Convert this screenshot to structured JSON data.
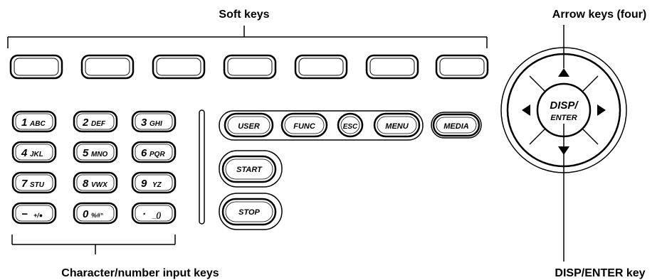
{
  "callouts": {
    "soft_keys": "Soft keys",
    "arrow_keys": "Arrow keys (four)",
    "char_keys": "Character/number input keys",
    "disp_enter_key": "DISP/ENTER key"
  },
  "soft_keys_count": 7,
  "numeric_keys": [
    {
      "main": "1",
      "sub": "ABC"
    },
    {
      "main": "2",
      "sub": "DEF"
    },
    {
      "main": "3",
      "sub": "GHI"
    },
    {
      "main": "4",
      "sub": "JKL"
    },
    {
      "main": "5",
      "sub": "MNO"
    },
    {
      "main": "6",
      "sub": "PQR"
    },
    {
      "main": "7",
      "sub": "STU"
    },
    {
      "main": "8",
      "sub": "VWX"
    },
    {
      "main": "9",
      "sub": "YZ"
    },
    {
      "main": "−",
      "sub": "+/●"
    },
    {
      "main": "0",
      "sub": "%#°"
    },
    {
      "main": "·",
      "sub": "_()"
    }
  ],
  "function_keys": {
    "user": "USER",
    "func": "FUNC",
    "esc": "ESC",
    "menu": "MENU",
    "media": "MEDIA",
    "start": "START",
    "stop": "STOP"
  },
  "disp_enter": {
    "line1": "DISP/",
    "line2": "ENTER"
  }
}
